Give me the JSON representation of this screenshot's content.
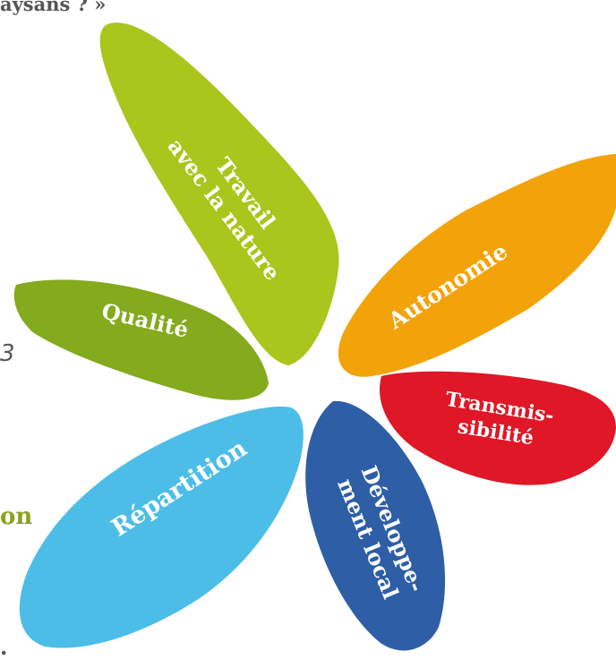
{
  "fragments": {
    "top": "aysans ? »",
    "three": "3",
    "on": "on",
    "dot": "."
  },
  "petals": [
    {
      "id": "travail",
      "lines": [
        "Travail",
        "avec la nature"
      ],
      "color": "#a8c61b"
    },
    {
      "id": "autonomie",
      "lines": [
        "Autonomie"
      ],
      "color": "#f3a30a"
    },
    {
      "id": "qualite",
      "lines": [
        "Qualité"
      ],
      "color": "#84aa1d"
    },
    {
      "id": "transmissibilite",
      "lines": [
        "Transmis-",
        "sibilité"
      ],
      "color": "#df1726"
    },
    {
      "id": "repartition",
      "lines": [
        "Répartition"
      ],
      "color": "#4cbde7"
    },
    {
      "id": "developpement",
      "lines": [
        "Développe-",
        "ment local"
      ],
      "color": "#2d5ea6"
    }
  ]
}
